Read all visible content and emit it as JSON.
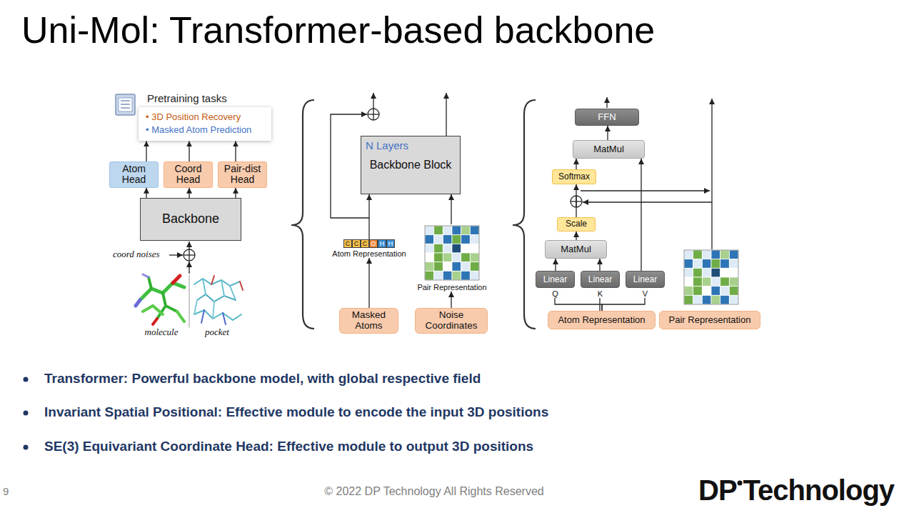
{
  "diagram": {
    "title": "Uni-Mol: Transformer-based backbone",
    "nodes": [
      {
        "text": [
          "Pretraining tasks",
          "• 3D Position Recovery",
          "• Masked Atom Prediction"
        ]
      },
      {
        "text": [
          "Atom Head"
        ]
      },
      {
        "text": [
          "Coord Head"
        ]
      },
      {
        "text": [
          "Pair-dist Head"
        ]
      },
      {
        "text": [
          "Backbone"
        ]
      },
      {
        "text": [
          "N Layers",
          "Backbone Block"
        ]
      },
      {
        "text": [
          "Masked Atoms"
        ]
      },
      {
        "text": [
          "Noise Coordinates"
        ]
      },
      {
        "text": [
          "C",
          "C",
          "C",
          "O",
          "H",
          "H",
          "Atom Representation"
        ]
      },
      {
        "text": [
          "Pair Representation"
        ]
      },
      {
        "text": [
          "FFN"
        ]
      },
      {
        "text": [
          "MatMul"
        ]
      },
      {
        "text": [
          "Softmax"
        ]
      },
      {
        "text": [
          "Scale"
        ]
      },
      {
        "text": [
          "MatMul"
        ]
      },
      {
        "text": [
          "Linear",
          "Q"
        ]
      },
      {
        "text": [
          "Linear",
          "K"
        ]
      },
      {
        "text": [
          "Linear",
          "V"
        ]
      },
      {
        "text": [
          "Atom Representation"
        ]
      },
      {
        "text": [
          "Pair Representation"
        ]
      }
    ],
    "edges": [
      {
        "from": 1,
        "to": 0,
        "arrow": "to"
      },
      {
        "from": 2,
        "to": 0,
        "arrow": "to"
      },
      {
        "from": 3,
        "to": 0,
        "arrow": "to"
      },
      {
        "from": 4,
        "to": 1,
        "arrow": "to"
      },
      {
        "from": 4,
        "to": 2,
        "arrow": "to"
      },
      {
        "from": 4,
        "to": 3,
        "arrow": "to"
      },
      {
        "from": 6,
        "to": 8,
        "arrow": "to"
      },
      {
        "from": 8,
        "to": 5,
        "arrow": "to"
      },
      {
        "from": 7,
        "to": 9,
        "arrow": "to"
      },
      {
        "from": 9,
        "to": 5,
        "arrow": "to"
      },
      {
        "from": 14,
        "to": 13,
        "arrow": "to"
      },
      {
        "from": 13,
        "to": 12,
        "arrow": "to"
      },
      {
        "from": 12,
        "to": 11,
        "arrow": "to"
      },
      {
        "from": 11,
        "to": 10,
        "arrow": "to"
      },
      {
        "from": 15,
        "to": 14,
        "arrow": "to"
      },
      {
        "from": 16,
        "to": 14,
        "arrow": "to"
      },
      {
        "from": 17,
        "to": 11,
        "arrow": "to"
      },
      {
        "from": 18,
        "to": 15,
        "arrow": "none"
      },
      {
        "from": 18,
        "to": 16,
        "arrow": "none"
      },
      {
        "from": 18,
        "to": 17,
        "arrow": "none"
      }
    ],
    "labels": [
      "coord noises",
      "molecule",
      "pocket",
      "Transformer: Powerful backbone model, with global respective field",
      "Invariant Spatial Positional: Effective module to encode the input 3D positions",
      "SE(3) Equivariant Coordinate Head: Effective module to output 3D positions",
      "9",
      "© 2022 DP Technology All Rights Reserved",
      "DP",
      "Technology"
    ]
  }
}
